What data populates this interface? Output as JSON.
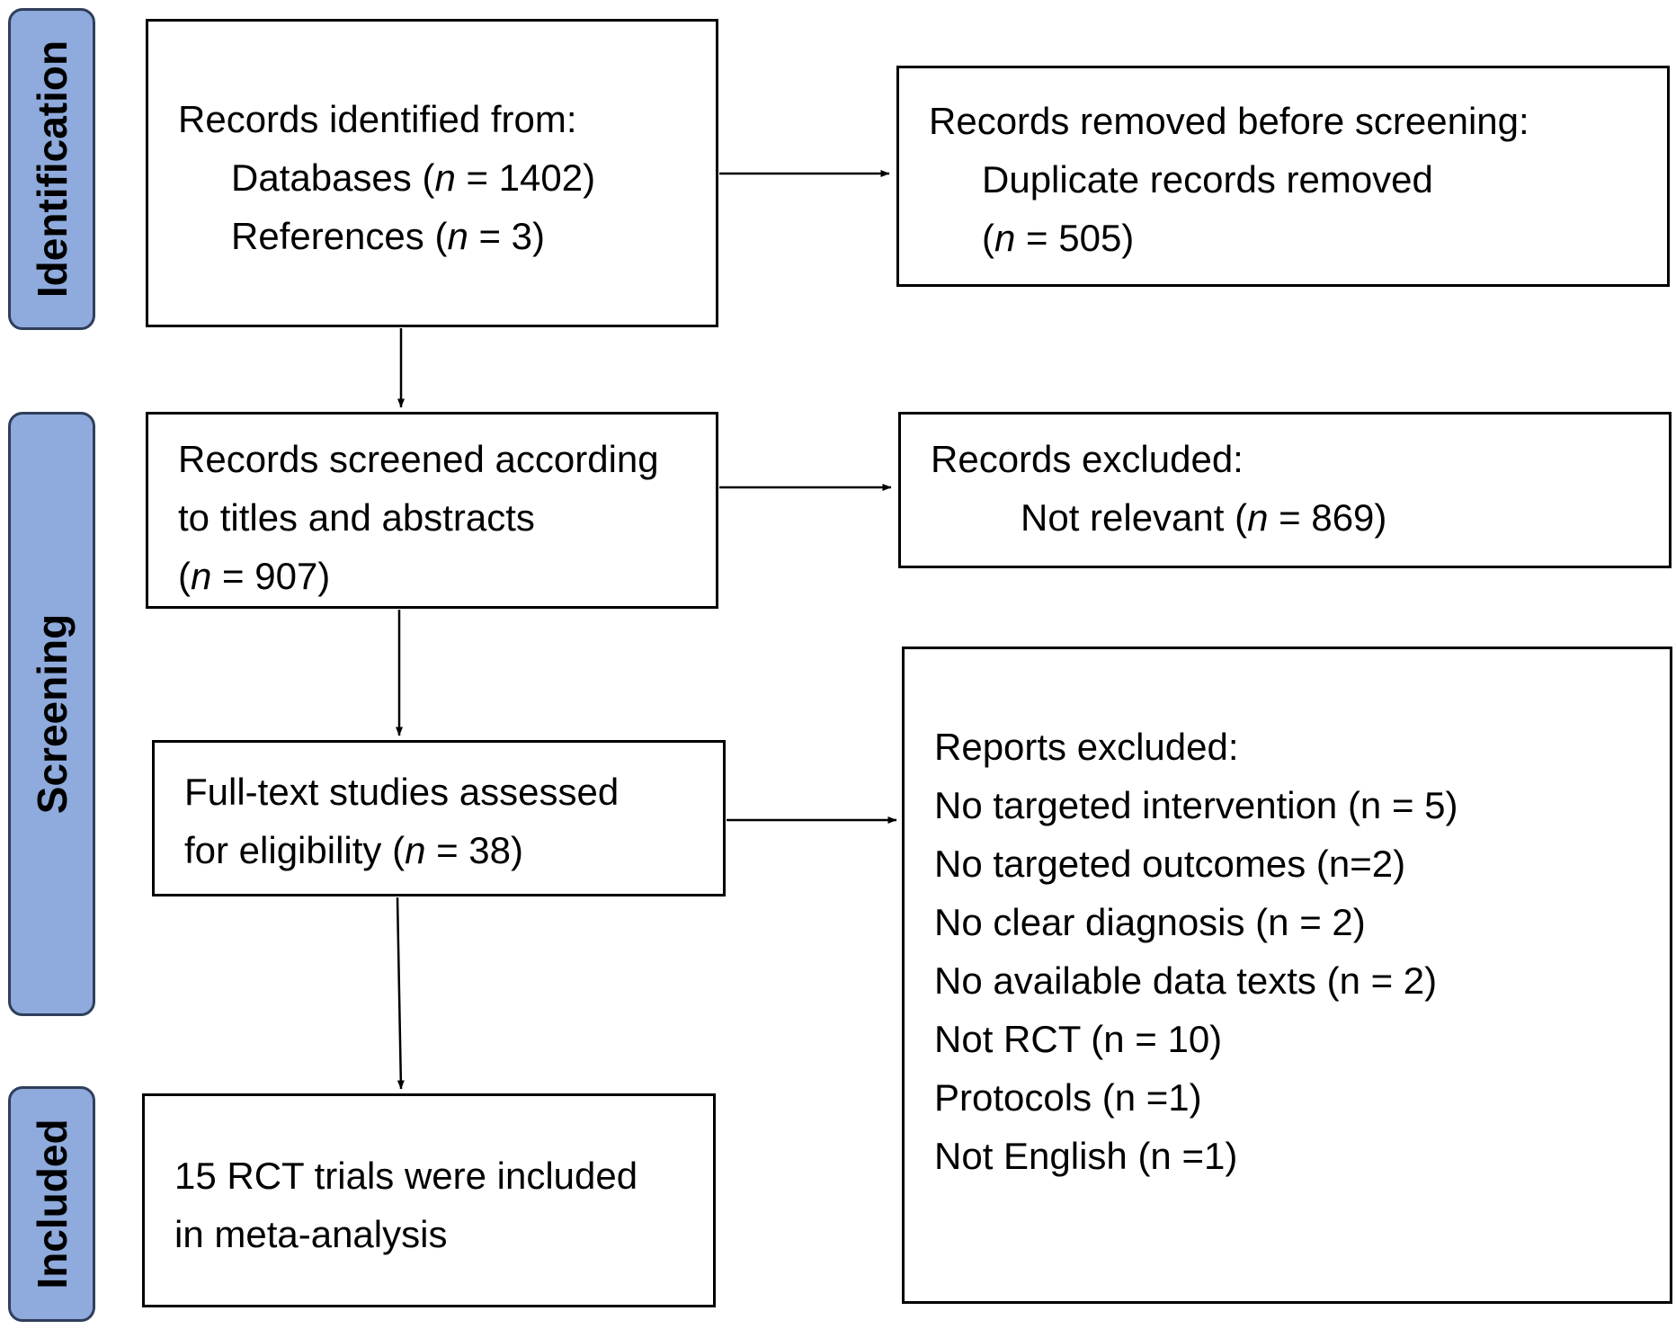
{
  "phases": {
    "identification": "Identification",
    "screening": "Screening",
    "included": "Included"
  },
  "boxes": {
    "identified": {
      "heading": "Records identified from:",
      "databases": "Databases (n = 1402)",
      "references": "References (n = 3)"
    },
    "removed": {
      "heading": "Records removed before screening:",
      "line1": "Duplicate records removed",
      "line2": "(n = 505)"
    },
    "screened": {
      "line1": "Records screened according",
      "line2": "to titles and abstracts",
      "line3": "(n = 907)"
    },
    "excluded": {
      "heading": "Records excluded:",
      "line1": "Not relevant (n = 869)"
    },
    "fulltext": {
      "line1": "Full-text studies assessed",
      "line2": "for eligibility (n = 38)"
    },
    "reports_excluded": {
      "heading": "Reports excluded:",
      "reasons": [
        "No targeted intervention (n = 5)",
        "No targeted outcomes (n=2)",
        "No clear diagnosis (n = 2)",
        "No available data texts (n = 2)",
        "Not RCT (n = 10)",
        "Protocols (n =1)",
        "Not English (n =1)"
      ]
    },
    "included": {
      "line1": "15 RCT trials were included",
      "line2": "in meta-analysis"
    }
  }
}
